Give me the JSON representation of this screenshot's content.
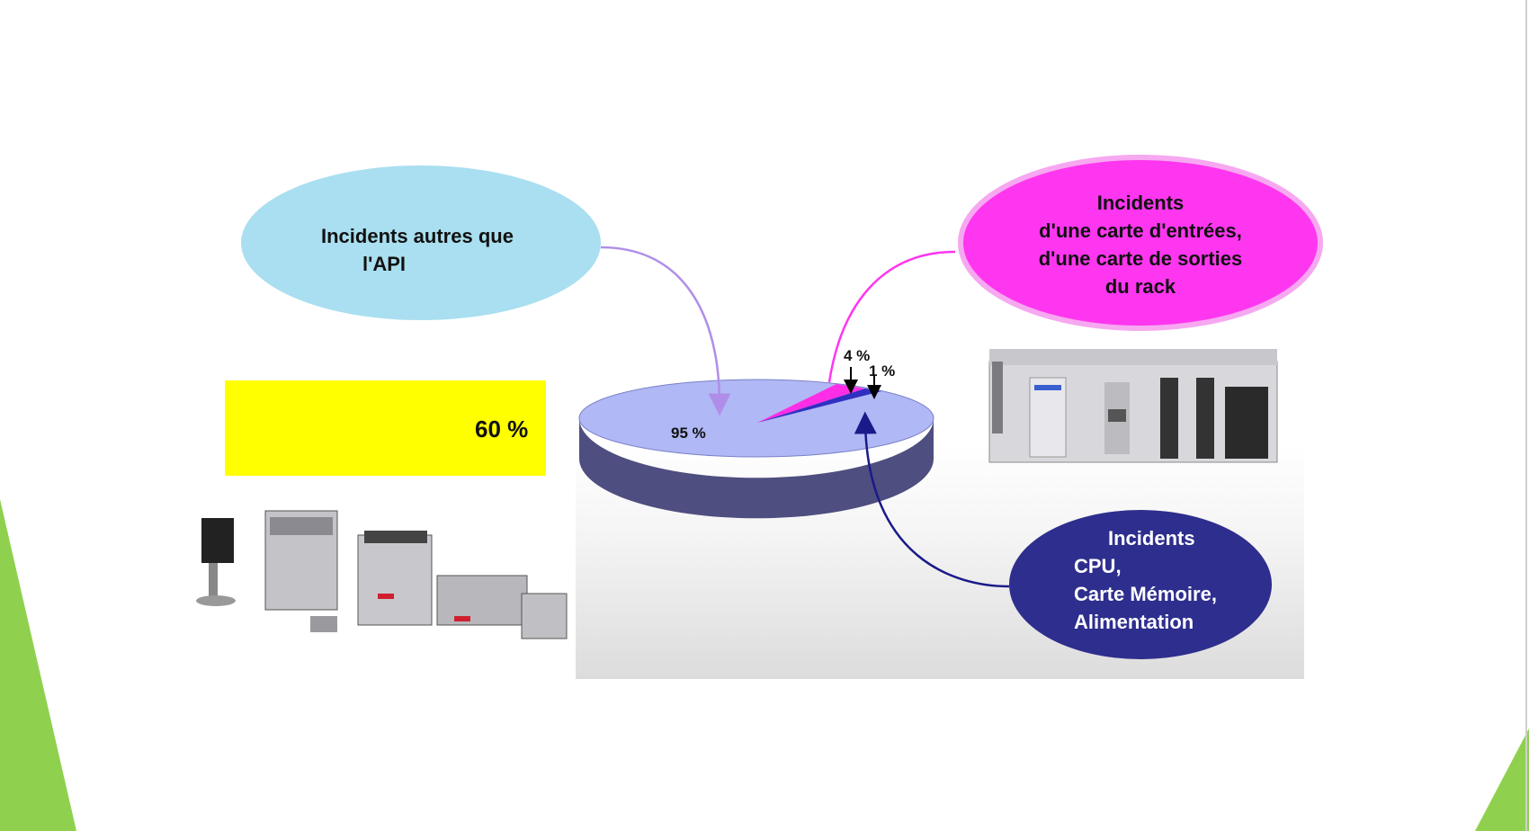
{
  "diagram": {
    "bubble_other": {
      "line1": "Incidents autres que",
      "line2": "l'API"
    },
    "bubble_io": {
      "line1": "Incidents",
      "line2": "d'une carte d'entrées,",
      "line3": "d'une carte de sorties",
      "line4": "du rack"
    },
    "bubble_cpu": {
      "line1": "Incidents",
      "line2": "CPU,",
      "line3": "Carte Mémoire,",
      "line4": "Alimentation"
    },
    "sensors_percentage": "60 %"
  },
  "chart_data": {
    "type": "pie",
    "slices": [
      {
        "label": "95 %",
        "value": 95,
        "color": "#b0b8f5"
      },
      {
        "label": "4 %",
        "value": 4,
        "color": "#ff2ee6"
      },
      {
        "label": "1 %",
        "value": 1,
        "color": "#3030c0"
      }
    ],
    "three_d": true
  },
  "colors": {
    "bubble_other": "#a9dff0",
    "bubble_io": "#ff36f0",
    "bubble_cpu": "#2e2e8e",
    "highlight_box": "#ffff00",
    "accent_green": "#8fd14f"
  }
}
